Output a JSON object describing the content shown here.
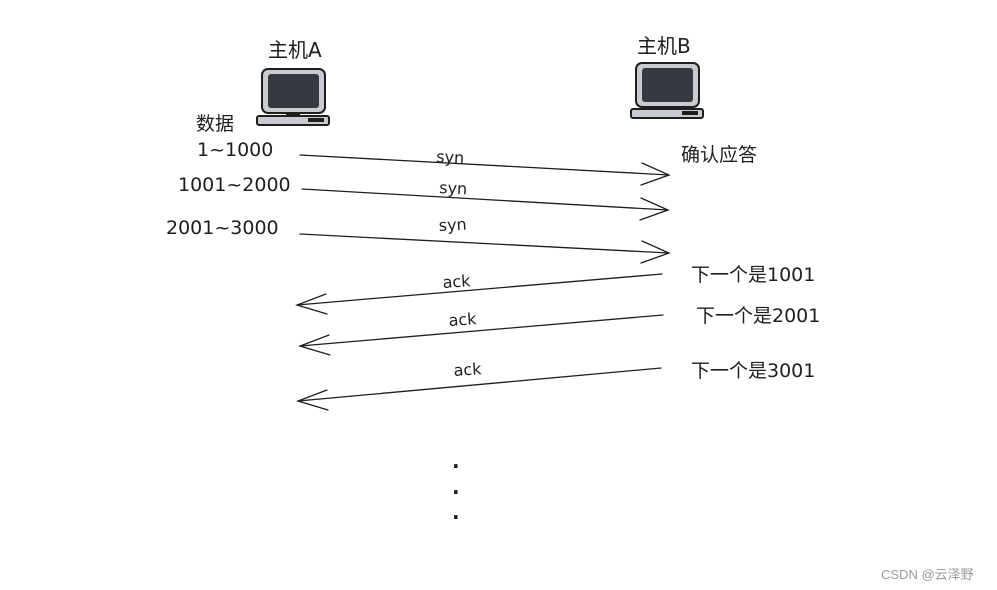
{
  "host_a": {
    "label": "主机A",
    "icon": "computer-icon"
  },
  "host_b": {
    "label": "主机B",
    "icon": "computer-icon"
  },
  "data_label": "数据",
  "confirm_label": "确认应答",
  "segments": [
    {
      "range": "1~1000",
      "flag": "syn"
    },
    {
      "range": "1001~2000",
      "flag": "syn"
    },
    {
      "range": "2001~3000",
      "flag": "syn"
    }
  ],
  "acks": [
    {
      "flag": "ack",
      "next": "下一个是1001"
    },
    {
      "flag": "ack",
      "next": "下一个是2001"
    },
    {
      "flag": "ack",
      "next": "下一个是3001"
    }
  ],
  "ellipsis": [
    ".",
    ".",
    "."
  ],
  "watermark": "CSDN @云泽野",
  "colors": {
    "ink": "#1e1e1e",
    "monitor_fill": "#343a40",
    "monitor_frame": "#c8cbcf",
    "watermark": "#9a9a9a"
  }
}
